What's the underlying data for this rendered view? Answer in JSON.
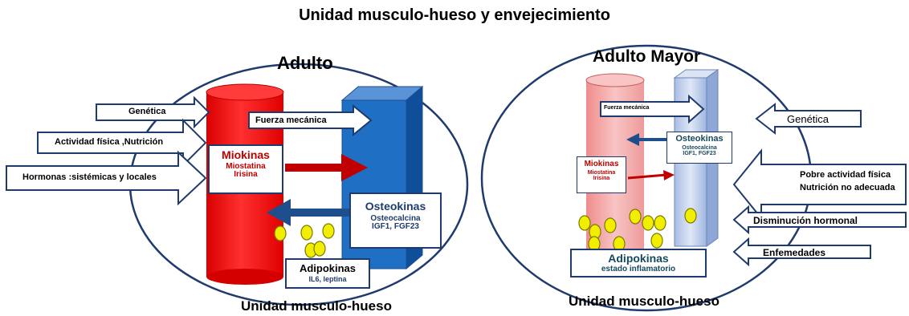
{
  "title": "Unidad musculo-hueso y envejecimiento",
  "adulto": {
    "heading": "Adulto",
    "caption": "Unidad musculo-hueso",
    "inputs": [
      "Genética",
      "Actividad física ,Nutrición",
      "Hormonas :sistémicas y locales"
    ],
    "fuerza": "Fuerza mecánica",
    "miokinas": {
      "title": "Miokinas",
      "line1": "Miostatina",
      "line2": "Irisina"
    },
    "osteokinas": {
      "title": "Osteokinas",
      "line1": "Osteocalcina",
      "line2": "IGF1, FGF23"
    },
    "adipokinas": {
      "title": "Adipokinas",
      "line1": "IL6, leptina"
    }
  },
  "mayor": {
    "heading": "Adulto Mayor",
    "caption": "Unidad musculo-hueso",
    "fuerza": "Fuerza mecánica",
    "inputs": [
      "Genética",
      "Pobre actividad física",
      "Nutrición no adecuada",
      "Disminución hormonal",
      "Enfemedades"
    ],
    "miokinas": {
      "title": "Miokinas",
      "line1": "Miostatina",
      "line2": "Irisina"
    },
    "osteokinas": {
      "title": "Osteokinas",
      "line1": "Osteocalcina",
      "line2": "IGF1, FGF23"
    },
    "adipokinas": {
      "title": "Adipokinas",
      "line1": "estado inflamatorio"
    }
  },
  "colors": {
    "muscle": "#ff1a1a",
    "bone": "#1f6fc4",
    "muscle_light": "#f4a6a6",
    "bone_light": "#b9cbea",
    "adipocyte": "#f2ee00"
  }
}
